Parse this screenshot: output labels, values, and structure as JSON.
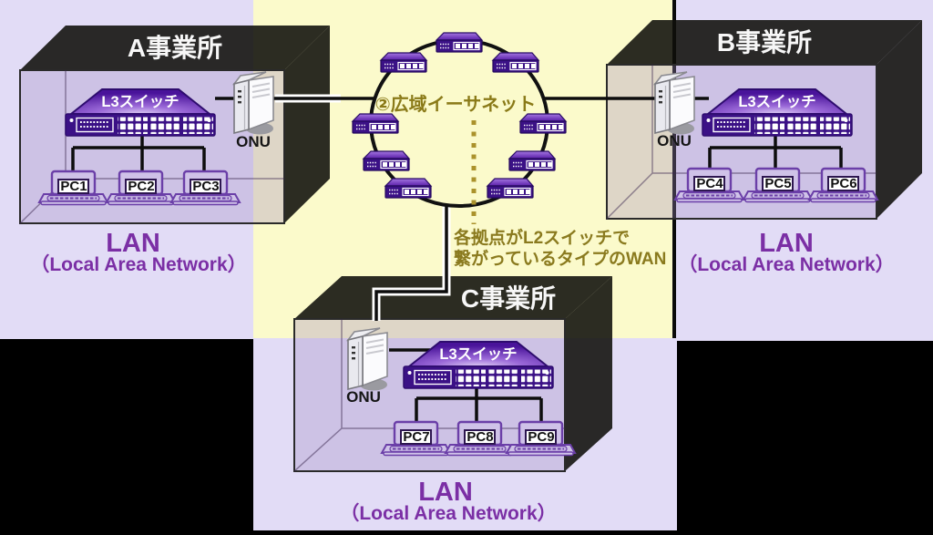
{
  "colors": {
    "background_lavender": "#e2dcf6",
    "background_yellow": "#fbfacb",
    "background_black": "#000000",
    "box_wall_black": "#1d1d18",
    "switch_purple_dark": "#3b1186",
    "accent_purple_text": "#7b2fa5",
    "olive_text": "#8a7a18",
    "dotted_line_olive": "#ab922c",
    "line_black": "#0d0d0d"
  },
  "icons": [
    "l3-switch-icon",
    "l2-switch-icon",
    "onu-icon",
    "laptop-icon",
    "ring-circle"
  ],
  "wan": {
    "label": "②広域イーサネット",
    "annotation_line1": "各拠点がL2スイッチで",
    "annotation_line2": "繋がっているタイプのWAN",
    "l2_switch_count": 9
  },
  "offices": [
    {
      "id": "A",
      "title": "A事業所",
      "l3_label": "L3スイッチ",
      "onu_label": "ONU",
      "pcs": [
        "PC1",
        "PC2",
        "PC3"
      ],
      "lan": "LAN",
      "lan_sub": "（Local Area Network）"
    },
    {
      "id": "B",
      "title": "B事業所",
      "l3_label": "L3スイッチ",
      "onu_label": "ONU",
      "pcs": [
        "PC4",
        "PC5",
        "PC6"
      ],
      "lan": "LAN",
      "lan_sub": "（Local Area Network）"
    },
    {
      "id": "C",
      "title": "C事業所",
      "l3_label": "L3スイッチ",
      "onu_label": "ONU",
      "pcs": [
        "PC7",
        "PC8",
        "PC9"
      ],
      "lan": "LAN",
      "lan_sub": "（Local Area Network）"
    }
  ]
}
